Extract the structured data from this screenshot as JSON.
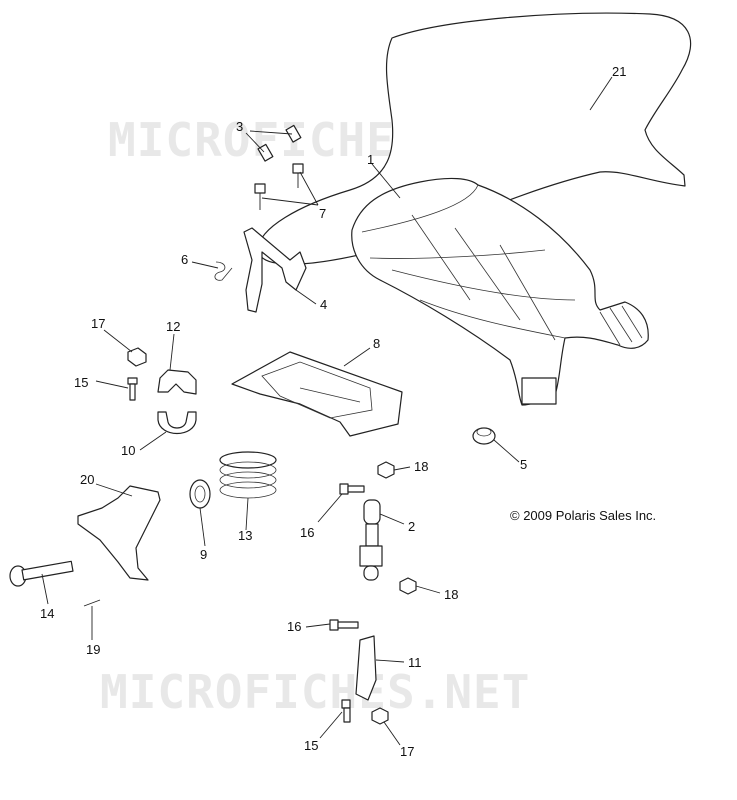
{
  "watermark": "MICROFICHES.NET",
  "copyright": "© 2009 Polaris Sales Inc.",
  "callouts": {
    "c1": "1",
    "c2": "2",
    "c3": "3",
    "c4": "4",
    "c5": "5",
    "c6": "6",
    "c7": "7",
    "c8": "8",
    "c9": "9",
    "c10": "10",
    "c11": "11",
    "c12": "12",
    "c13": "13",
    "c14": "14",
    "c15a": "15",
    "c15b": "15",
    "c16a": "16",
    "c16b": "16",
    "c17a": "17",
    "c17b": "17",
    "c18a": "18",
    "c18b": "18",
    "c19": "19",
    "c20": "20",
    "c21": "21"
  }
}
